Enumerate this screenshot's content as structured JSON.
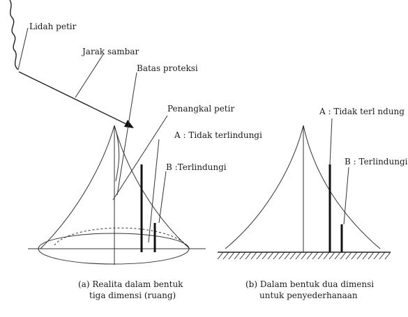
{
  "labels": {
    "lidah_petir": "Lidah petir",
    "jarak_sambar": "Jarak sambar",
    "batas_proteksi": "Batas proteksi",
    "penangkal_petir": "Penangkal petir",
    "a_left": "A : Tidak terlindungi",
    "b_left": "B :Terlindungi",
    "a_right": "A : Tidak terl ndung",
    "b_right": "B : Terlindungi"
  },
  "captions": {
    "left_line1": "(a) Realita dalam bentuk",
    "left_line2": "tiga dimensi (ruang)",
    "right_line1": "(b) Dalam bentuk dua dimensi",
    "right_line2": "untuk penyederhanaan"
  }
}
